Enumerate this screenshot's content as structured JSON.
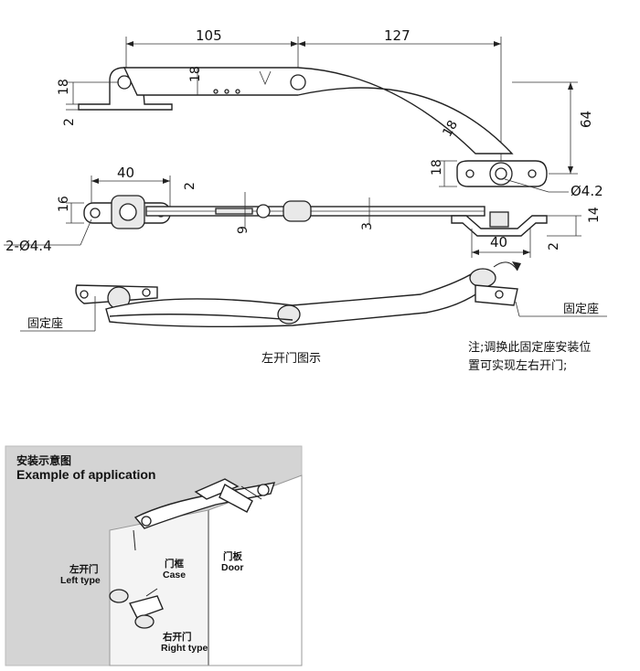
{
  "dimensions": {
    "top_left_span": "105",
    "top_right_span": "127",
    "arm_width": "18",
    "base_height": "18",
    "base_thickness": "2",
    "drop_height": "64",
    "end_base_height": "18",
    "end_arm_width": "18",
    "hole_right": "Ø4.2",
    "left_base_length": "40",
    "side_thickness": "2",
    "side_width": "16",
    "hole_left": "2-Ø4.4",
    "offset_9": "9",
    "offset_3": "3",
    "right_base_length": "40",
    "right_base_height": "14",
    "right_base_thickness": "2"
  },
  "labels": {
    "fixed_seat_left": "固定座",
    "fixed_seat_right": "固定座",
    "left_opening_caption": "左开门图示",
    "note_line1": "注;调换此固定座安装位",
    "note_line2": "置可实现左右开门;"
  },
  "application": {
    "title_cn": "安装示意图",
    "title_en": "Example of application",
    "left_type_cn": "左开门",
    "left_type_en": "Left type",
    "case_cn": "门框",
    "case_en": "Case",
    "door_cn": "门板",
    "door_en": "Door",
    "right_type_cn": "右开门",
    "right_type_en": "Right type"
  }
}
